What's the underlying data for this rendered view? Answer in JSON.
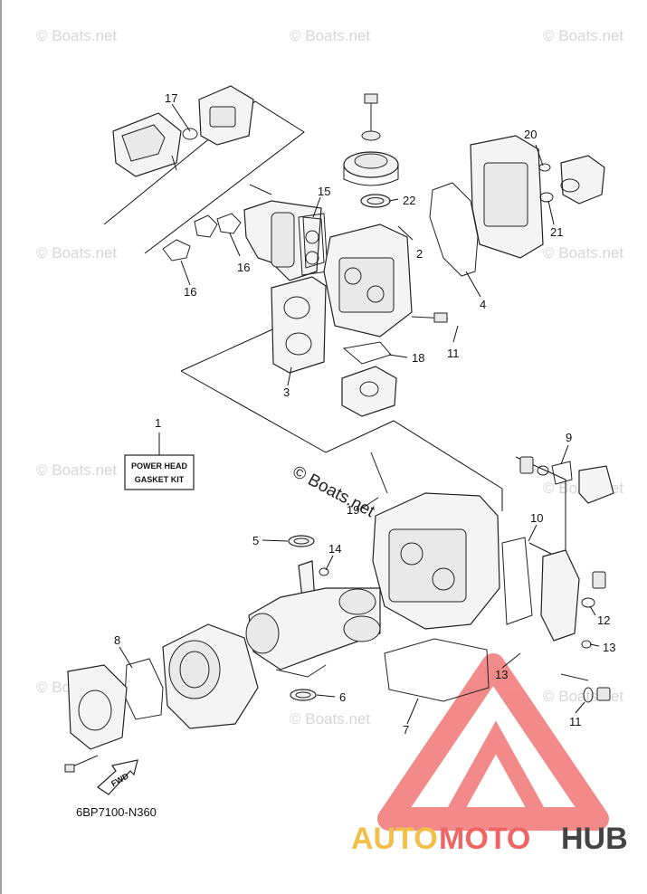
{
  "watermark_text": "© Boats.net",
  "center_watermark_text": "© Boats.net",
  "kit_label": {
    "line1": "POWER HEAD",
    "line2": "GASKET KIT"
  },
  "diagram_code": "6BP7100-N360",
  "fwd_label": "FWD",
  "logo": {
    "part1": "AUTO",
    "part2": "MOTO",
    "part3": "HUB"
  },
  "callouts": [
    "1",
    "2",
    "3",
    "4",
    "5",
    "6",
    "7",
    "8",
    "9",
    "10",
    "11",
    "11",
    "12",
    "13",
    "13",
    "14",
    "15",
    "16",
    "16",
    "17",
    "18",
    "19",
    "20",
    "21",
    "22"
  ],
  "colors": {
    "logo_red": "#ef6464",
    "logo_yellow": "#f2bf4a",
    "logo_dark": "#444444"
  }
}
